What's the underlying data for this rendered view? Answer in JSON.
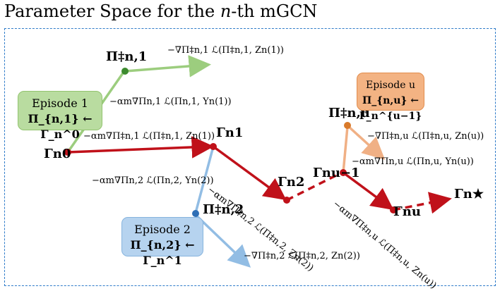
{
  "title_prefix": "Parameter Space for the ",
  "title_italic": "n",
  "title_suffix": "-th mGCN",
  "episodes": [
    {
      "label": "Episode 1",
      "assign": "Π_{n,1} ← Γ_n^0",
      "color": "#b9dca0"
    },
    {
      "label": "Episode 2",
      "assign": "Π_{n,2} ← Γ_n^1",
      "color": "#b6d3ef"
    },
    {
      "label": "Episode u",
      "assign": "Π_{n,u} ← Γ_n^{u−1}",
      "color": "#f3b383"
    }
  ],
  "nodes": {
    "gamma0": "Γn0",
    "gamma1": "Γn1",
    "gamma2": "Γn2",
    "gamma_u_minus_1": "Γnu−1",
    "gamma_u": "Γnu",
    "gamma_star": "Γn★",
    "pi_n1": "Π‡n,1",
    "pi_n2": "Π‡n,2",
    "pi_nu": "Π‡n,u"
  },
  "labels": {
    "grad_pi1_z": "−∇Π‡n,1 ℒ(Π‡n,1, Zn(1))",
    "alpha_pi1_y": "−αm∇Πn,1 ℒ(Πn,1, Yn(1))",
    "alpha_pi1_z": "−αm∇Π‡n,1 ℒ(Π‡n,1, Zn(1))",
    "alpha_pi2_y": "−αm∇Πn,2 ℒ(Πn,2, Yn(2))",
    "alpha_pi2_z": "−αm∇Π‡n,2 ℒ(Π‡n,2, Zn(2))",
    "grad_pi2_z": "−∇Π‡n,2 ℒ(Π‡n,2, Zn(2))",
    "grad_piu_z": "−∇Π‡n,u ℒ(Π‡n,u, Zn(u))",
    "alpha_piu_y": "−αm∇Πn,u ℒ(Πn,u, Yn(u))",
    "alpha_piu_z": "−αm∇Π‡n,u ℒ(Π‡n,u, Zn(u))"
  },
  "colors": {
    "main_path": "#c0111a",
    "episode1_arrow": "#9ccd7e",
    "episode2_arrow": "#92bde4",
    "episodeu_arrow": "#f0b085",
    "node_pi1": "#3c8a2e",
    "node_pi2": "#2f6fb5",
    "node_piu": "#d97a2a",
    "frame": "#2e7bc9"
  }
}
